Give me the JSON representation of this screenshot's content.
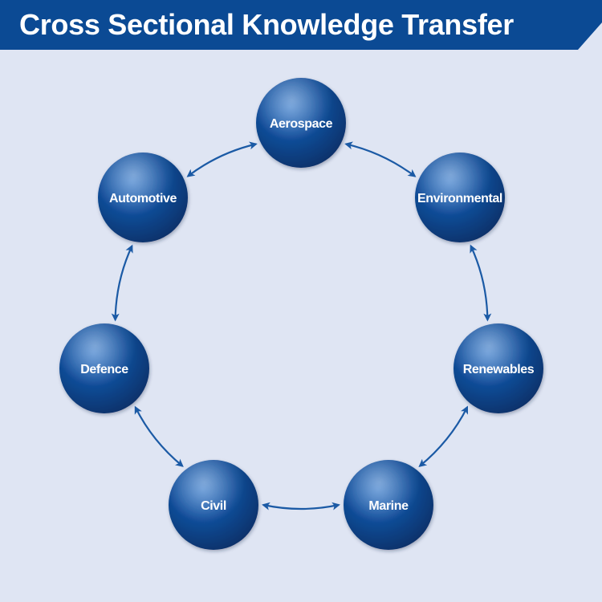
{
  "title": "Cross Sectional Knowledge Transfer",
  "colors": {
    "background": "#dfe5f3",
    "banner": "#0b4a94",
    "node": "#0b4a94",
    "arrow": "#1b5aa5"
  },
  "nodes": [
    {
      "id": "aerospace",
      "label": "Aerospace"
    },
    {
      "id": "environmental",
      "label": "Environmental"
    },
    {
      "id": "renewables",
      "label": "Renewables"
    },
    {
      "id": "marine",
      "label": "Marine"
    },
    {
      "id": "civil",
      "label": "Civil"
    },
    {
      "id": "defence",
      "label": "Defence"
    },
    {
      "id": "automotive",
      "label": "Automotive"
    }
  ],
  "edges": [
    {
      "from": "aerospace",
      "to": "environmental",
      "direction": "both"
    },
    {
      "from": "environmental",
      "to": "renewables",
      "direction": "both"
    },
    {
      "from": "renewables",
      "to": "marine",
      "direction": "both"
    },
    {
      "from": "marine",
      "to": "civil",
      "direction": "both"
    },
    {
      "from": "civil",
      "to": "defence",
      "direction": "both"
    },
    {
      "from": "defence",
      "to": "automotive",
      "direction": "both"
    },
    {
      "from": "automotive",
      "to": "aerospace",
      "direction": "both"
    }
  ]
}
